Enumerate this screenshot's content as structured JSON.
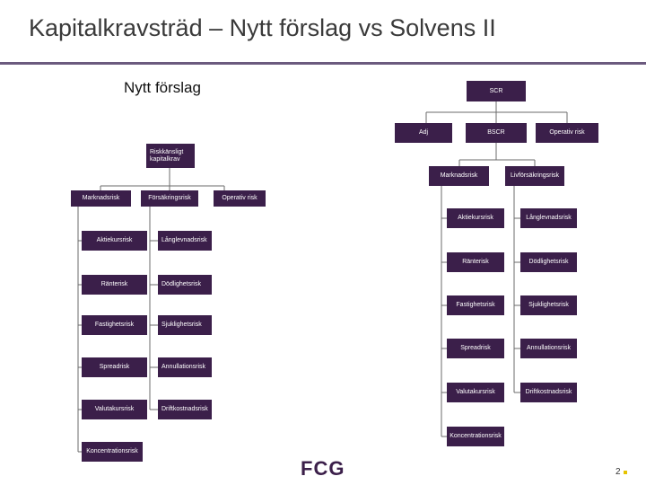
{
  "header": {
    "title": "Kapitalkravsträd – Nytt förslag vs Solvens II"
  },
  "left_tree": {
    "label": "Nytt förslag",
    "root": "Riskkänsligt kapitalkrav",
    "level1": [
      "Marknadsrisk",
      "Försäkringsrisk",
      "Operativ risk"
    ],
    "market": [
      "Aktiekursrisk",
      "Ränterisk",
      "Fastighetsrisk",
      "Spreadrisk",
      "Valutakursrisk",
      "Koncentrationsrisk"
    ],
    "insurance": [
      "Långlevnadsrisk",
      "Dödlighetsrisk",
      "Sjuklighetsrisk",
      "Annullationsrisk",
      "Driftkostnadsrisk"
    ]
  },
  "right_tree": {
    "root": "SCR",
    "level1": [
      "Adj",
      "BSCR",
      "Operativ risk"
    ],
    "level2": [
      "Marknadsrisk",
      "Livförsäkringsrisk"
    ],
    "market": [
      "Aktiekursrisk",
      "Ränterisk",
      "Fastighetsrisk",
      "Spreadrisk",
      "Valutakursrisk",
      "Koncentrationsrisk"
    ],
    "life": [
      "Långlevnadsrisk",
      "Dödlighetsrisk",
      "Sjuklighetsrisk",
      "Annullationsrisk",
      "Driftkostnadsrisk"
    ]
  },
  "footer": {
    "logo_main": "FCG",
    "page_number": "2"
  },
  "colors": {
    "box": "#3b1f4a",
    "rule": "#6b5a7e",
    "accent": "#8cbf26",
    "dot": "#e6c300"
  }
}
